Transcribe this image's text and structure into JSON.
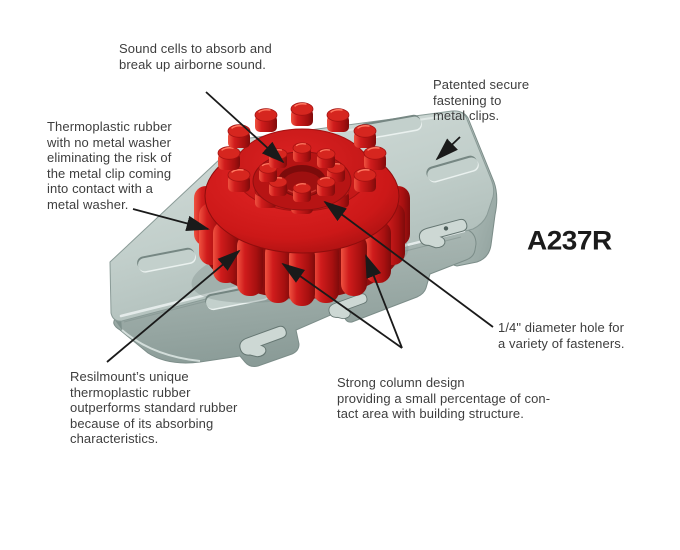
{
  "diagram": {
    "model": "A237R",
    "callouts": {
      "sound_cells": "Sound cells to absorb and\nbreak up airborne sound.",
      "patented": "Patented secure\nfastening to\nmetal clips.",
      "thermoplastic": "Thermoplastic rubber\nwith no metal washer\neliminating the risk of\nthe metal clip coming\ninto contact with a\nmetal washer.",
      "hole": "1/4\" diameter hole for\na variety of fasteners.",
      "resilmount": "Resilmount’s unique\nthermoplastic rubber\noutperforms standard rubber\nbecause of its absorbing\ncharacteristics.",
      "column": "Strong column design\nproviding a small percentage of con-\ntact area with building structure."
    },
    "colors": {
      "background": "#ffffff",
      "metal_light": "#ccd7d3",
      "metal_mid": "#aebbb7",
      "metal_shadow": "#8fa09c",
      "rubber_red": "#d01c1c",
      "rubber_highlight": "#e84335",
      "rubber_dark": "#8e0d0d",
      "text": "#3e3e3e",
      "arrow": "#1a1a1a"
    }
  }
}
